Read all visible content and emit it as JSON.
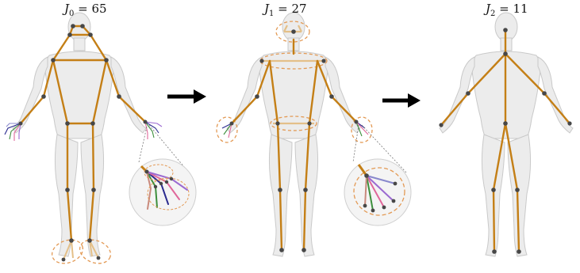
{
  "labels": [
    {
      "symbol": "J",
      "index": "0",
      "value": "65"
    },
    {
      "symbol": "J",
      "index": "1",
      "value": "27"
    },
    {
      "symbol": "J",
      "index": "2",
      "value": "11"
    }
  ],
  "colors": {
    "bone": "#c47f16",
    "joint": "#474747",
    "group_outline": "#e39a55",
    "body_fill": "#ececec",
    "body_edge": "#c9c9c9",
    "arrow": "#000000",
    "finger_colors": [
      "#2b2b8f",
      "#3d8f3d",
      "#e0679a",
      "#9b6ad1",
      "#8888cc"
    ]
  }
}
